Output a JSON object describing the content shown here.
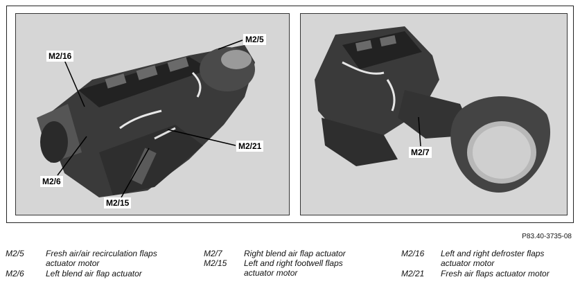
{
  "figure": {
    "left_labels": [
      "M2/5",
      "M2/16",
      "M2/21",
      "M2/6",
      "M2/15"
    ],
    "right_labels": [
      "M2/7"
    ],
    "reference": "P83.40-3735-08"
  },
  "legend": [
    {
      "code": "M2/5",
      "desc": "Fresh air/air recirculation flaps actuator motor"
    },
    {
      "code": "M2/6",
      "desc": "Left blend air flap actuator"
    },
    {
      "code": "M2/7",
      "desc": "Right blend air flap actuator"
    },
    {
      "code": "M2/15",
      "desc": "Left and right footwell flaps actuator motor"
    },
    {
      "code": "M2/16",
      "desc": "Left and right defroster flaps actuator motor"
    },
    {
      "code": "M2/21",
      "desc": "Fresh air flaps actuator motor"
    }
  ]
}
